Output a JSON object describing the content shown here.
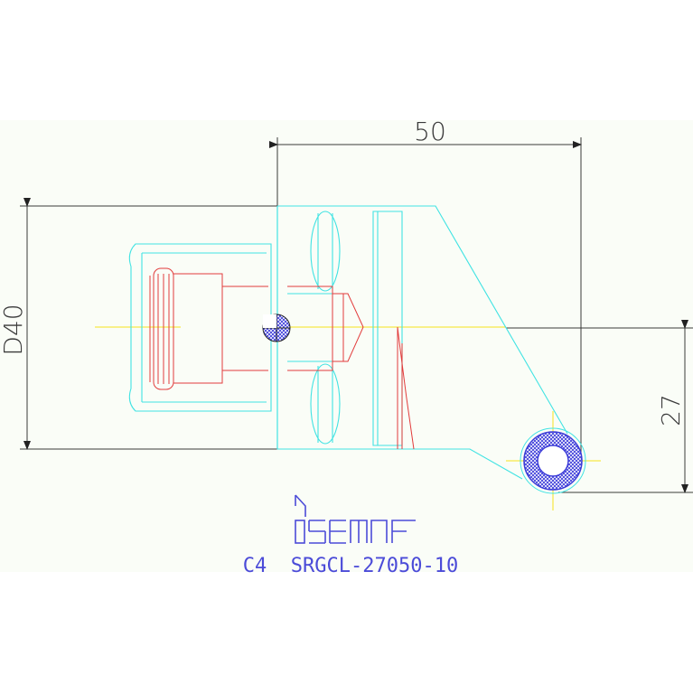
{
  "drawing": {
    "dim_top": "50",
    "dim_left": "D40",
    "dim_right": "27",
    "brand": "iscar",
    "part_code": "C4  SRGCL-27050-10"
  },
  "colors": {
    "background": "#ffffff",
    "sheet": "#fafdf7",
    "dimension": "#3a3a3a",
    "body_outline": "#41e3e3",
    "internal": "#e23c3c",
    "centerline": "#f5e21e",
    "insert_hatch": "#3a3ad8",
    "caption": "#4b4bd8"
  }
}
